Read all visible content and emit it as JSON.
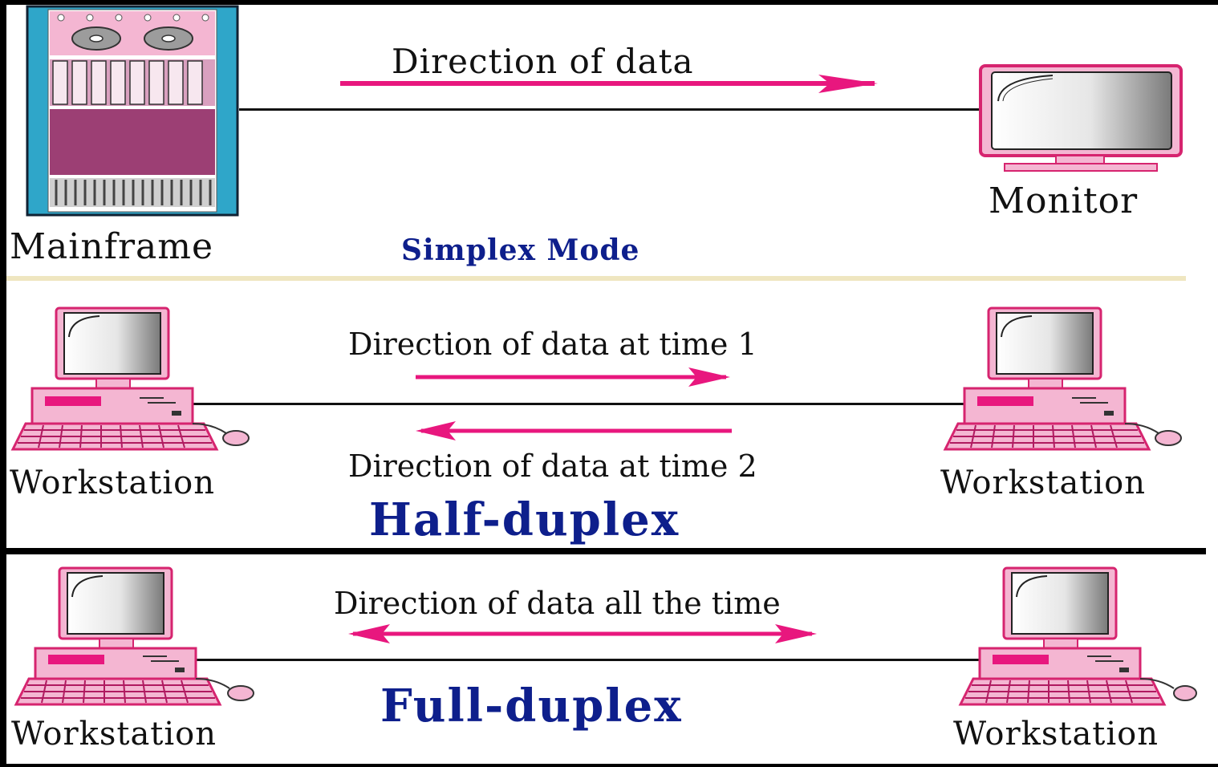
{
  "simplex": {
    "arrow_label": "Direction of data",
    "source_label": "Mainframe",
    "target_label": "Monitor",
    "mode_title": "Simplex Mode"
  },
  "half_duplex": {
    "arrow1_label": "Direction of data at time 1",
    "arrow2_label": "Direction of data at time 2",
    "left_label": "Workstation",
    "right_label": "Workstation",
    "mode_title": "Half-duplex"
  },
  "full_duplex": {
    "arrow_label": "Direction of data all the time",
    "left_label": "Workstation",
    "right_label": "Workstation",
    "mode_title": "Full-duplex"
  },
  "colors": {
    "arrow": "#e8177e",
    "device_pink": "#f4b6d2",
    "device_outline": "#d6246f",
    "mainframe_frame": "#2fa6c9",
    "mainframe_body": "#9c3f74",
    "title_blue": "#0e1f8c",
    "divider_tan": "#efe6c0"
  },
  "icons": {
    "mainframe": "mainframe-icon",
    "monitor": "monitor-icon",
    "workstation": "workstation-icon"
  }
}
